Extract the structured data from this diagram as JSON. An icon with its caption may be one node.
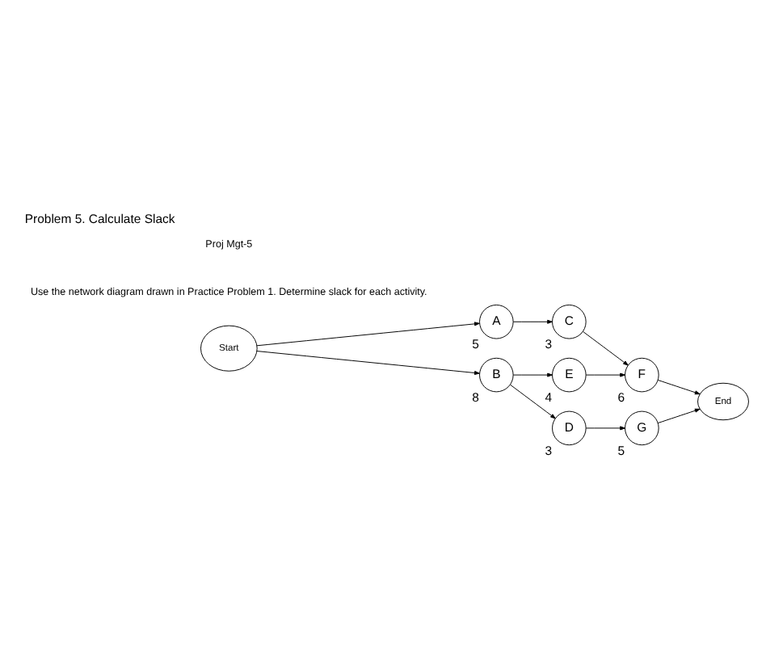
{
  "diagram": {
    "title": "Problem 5. Calculate Slack",
    "nodes": [
      {
        "text": [
          "Start"
        ]
      },
      {
        "text": [
          "A"
        ],
        "beside": [
          "5"
        ]
      },
      {
        "text": [
          "B"
        ],
        "beside": [
          "8"
        ]
      },
      {
        "text": [
          "C"
        ],
        "beside": [
          "3"
        ]
      },
      {
        "text": [
          "E"
        ],
        "beside": [
          "4"
        ]
      },
      {
        "text": [
          "D"
        ],
        "beside": [
          "3"
        ]
      },
      {
        "text": [
          "F"
        ],
        "beside": [
          "6"
        ]
      },
      {
        "text": [
          "G"
        ],
        "beside": [
          "5"
        ]
      },
      {
        "text": [
          "End"
        ]
      }
    ],
    "edges": [
      {
        "from": 0,
        "to": 1,
        "arrow": "to"
      },
      {
        "from": 0,
        "to": 2,
        "arrow": "to"
      },
      {
        "from": 1,
        "to": 3,
        "arrow": "to"
      },
      {
        "from": 3,
        "to": 6,
        "arrow": "to"
      },
      {
        "from": 2,
        "to": 4,
        "arrow": "to"
      },
      {
        "from": 4,
        "to": 6,
        "arrow": "to"
      },
      {
        "from": 2,
        "to": 5,
        "arrow": "to"
      },
      {
        "from": 5,
        "to": 7,
        "arrow": "to"
      },
      {
        "from": 6,
        "to": 8,
        "arrow": "to"
      },
      {
        "from": 7,
        "to": 8,
        "arrow": "to"
      }
    ],
    "labels": [
      "Proj Mgt-5",
      "Use the network diagram drawn in Practice Problem 1. Determine slack for each activity."
    ]
  }
}
